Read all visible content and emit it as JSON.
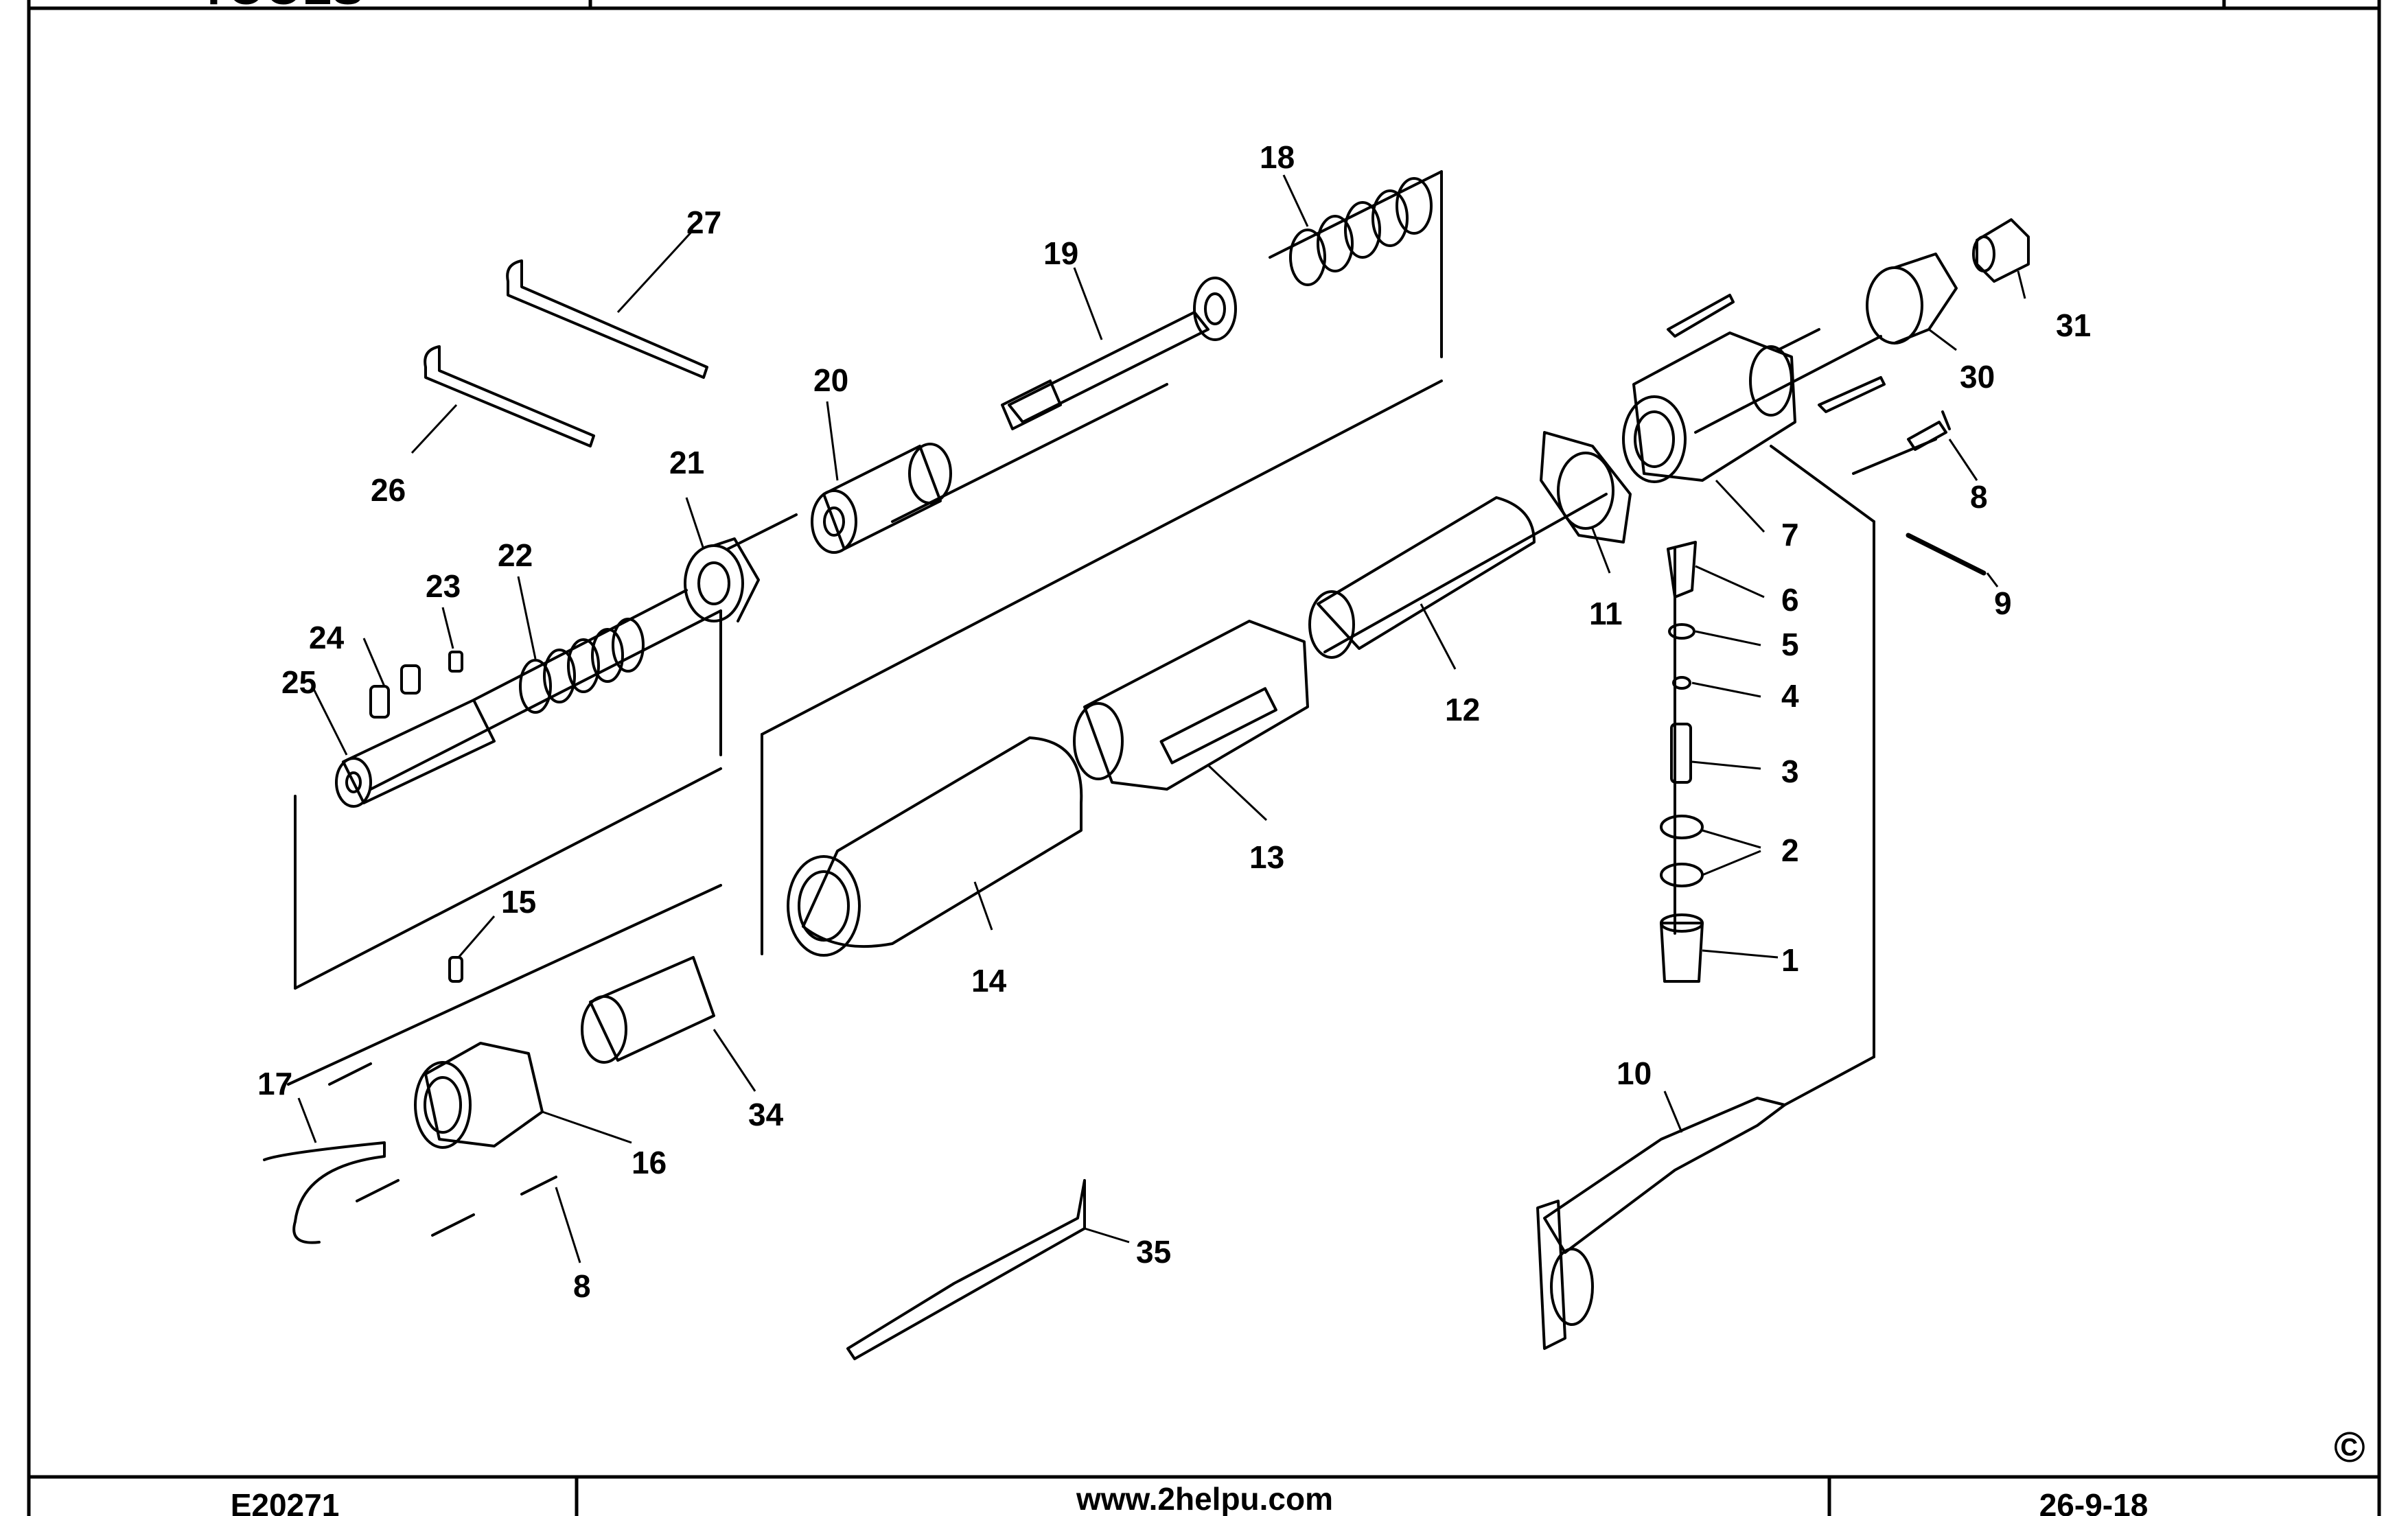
{
  "header": {
    "logo_text": "TOOLS"
  },
  "diagram": {
    "parts": [
      {
        "id": "p1",
        "label": "1"
      },
      {
        "id": "p2",
        "label": "2"
      },
      {
        "id": "p3",
        "label": "3"
      },
      {
        "id": "p4",
        "label": "4"
      },
      {
        "id": "p5",
        "label": "5"
      },
      {
        "id": "p6",
        "label": "6"
      },
      {
        "id": "p7",
        "label": "7"
      },
      {
        "id": "p8a",
        "label": "8"
      },
      {
        "id": "p8b",
        "label": "8"
      },
      {
        "id": "p9",
        "label": "9"
      },
      {
        "id": "p10",
        "label": "10"
      },
      {
        "id": "p11",
        "label": "11"
      },
      {
        "id": "p12",
        "label": "12"
      },
      {
        "id": "p13",
        "label": "13"
      },
      {
        "id": "p14",
        "label": "14"
      },
      {
        "id": "p15",
        "label": "15"
      },
      {
        "id": "p16",
        "label": "16"
      },
      {
        "id": "p17",
        "label": "17"
      },
      {
        "id": "p18",
        "label": "18"
      },
      {
        "id": "p19",
        "label": "19"
      },
      {
        "id": "p20",
        "label": "20"
      },
      {
        "id": "p21",
        "label": "21"
      },
      {
        "id": "p22",
        "label": "22"
      },
      {
        "id": "p23",
        "label": "23"
      },
      {
        "id": "p24",
        "label": "24"
      },
      {
        "id": "p25",
        "label": "25"
      },
      {
        "id": "p26",
        "label": "26"
      },
      {
        "id": "p27",
        "label": "27"
      },
      {
        "id": "p30",
        "label": "30"
      },
      {
        "id": "p31",
        "label": "31"
      },
      {
        "id": "p34",
        "label": "34"
      },
      {
        "id": "p35",
        "label": "35"
      }
    ]
  },
  "footer": {
    "code": "E20271",
    "website": "www.2helpu.com",
    "date": "26-9-18",
    "copyright_symbol": "©"
  }
}
